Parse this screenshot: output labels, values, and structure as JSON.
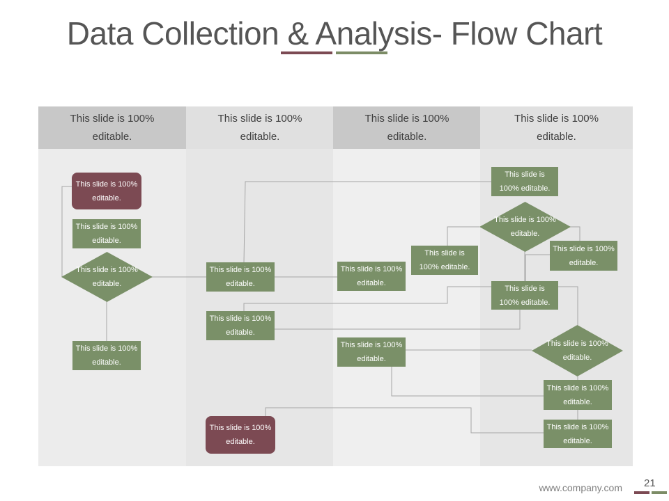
{
  "title": "Data Collection & Analysis- Flow Chart",
  "colors": {
    "green": "#7a9068",
    "maroon": "#7c4a53",
    "line": "#a6a6a6"
  },
  "columns": [
    {
      "label": "This slide is 100% editable."
    },
    {
      "label": "This slide is 100% editable."
    },
    {
      "label": "This slide is 100% editable."
    },
    {
      "label": "This slide is 100% editable."
    }
  ],
  "nodes": {
    "c1_rounded": "This slide is 100% editable.",
    "c1_box": "This slide is 100% editable.",
    "c1_decision": "This slide is 100% editable.",
    "c1_bottom": "This slide is 100% editable.",
    "c2_box1": "This slide is 100% editable.",
    "c2_box2": "This slide is 100% editable.",
    "c2_end": "This slide is 100% editable.",
    "c3_box1": "This slide is 100% editable.",
    "c3_box2": "This slide is 100% editable.",
    "c3_box3": "This slide is 100% editable.",
    "c4_top": "This slide is 100% editable.",
    "c4_decision1": "This slide is 100% editable.",
    "c4_box_right": "This slide is 100% editable.",
    "c4_box_mid": "This slide is 100% editable.",
    "c4_decision2": "This slide is 100% editable.",
    "c4_box_low1": "This slide is 100% editable.",
    "c4_box_low2": "This slide is 100% editable."
  },
  "footer": {
    "url": "www.company.com",
    "page": "21"
  }
}
